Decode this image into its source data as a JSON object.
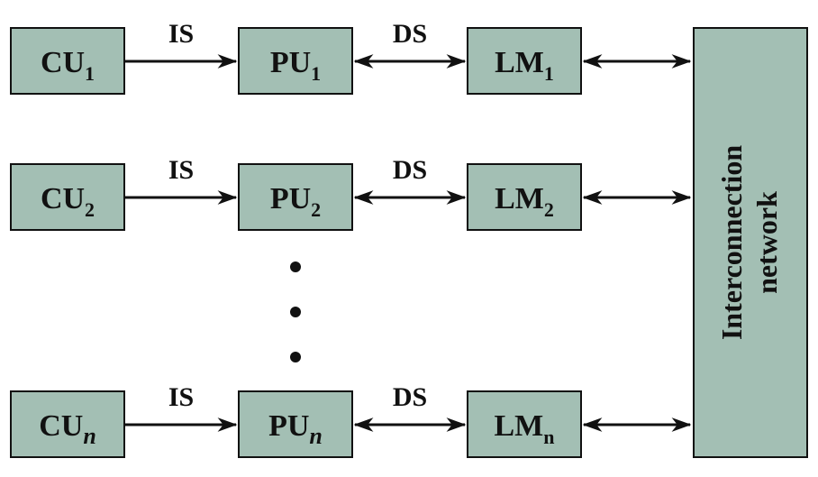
{
  "colors": {
    "box_fill": "#a3bfb4",
    "stroke": "#111111",
    "background": "#ffffff"
  },
  "rows": [
    {
      "cu": {
        "base": "CU",
        "sub": "1"
      },
      "pu": {
        "base": "PU",
        "sub": "1"
      },
      "lm": {
        "base": "LM",
        "sub": "1"
      },
      "is_label": "IS",
      "ds_label": "DS"
    },
    {
      "cu": {
        "base": "CU",
        "sub": "2"
      },
      "pu": {
        "base": "PU",
        "sub": "2"
      },
      "lm": {
        "base": "LM",
        "sub": "2"
      },
      "is_label": "IS",
      "ds_label": "DS"
    },
    {
      "cu": {
        "base": "CU",
        "sub": "n"
      },
      "pu": {
        "base": "PU",
        "sub": "n"
      },
      "lm": {
        "base": "LM",
        "sub": "n"
      },
      "is_label": "IS",
      "ds_label": "DS"
    }
  ],
  "network": {
    "line1": "Interconnection",
    "line2": "network"
  }
}
